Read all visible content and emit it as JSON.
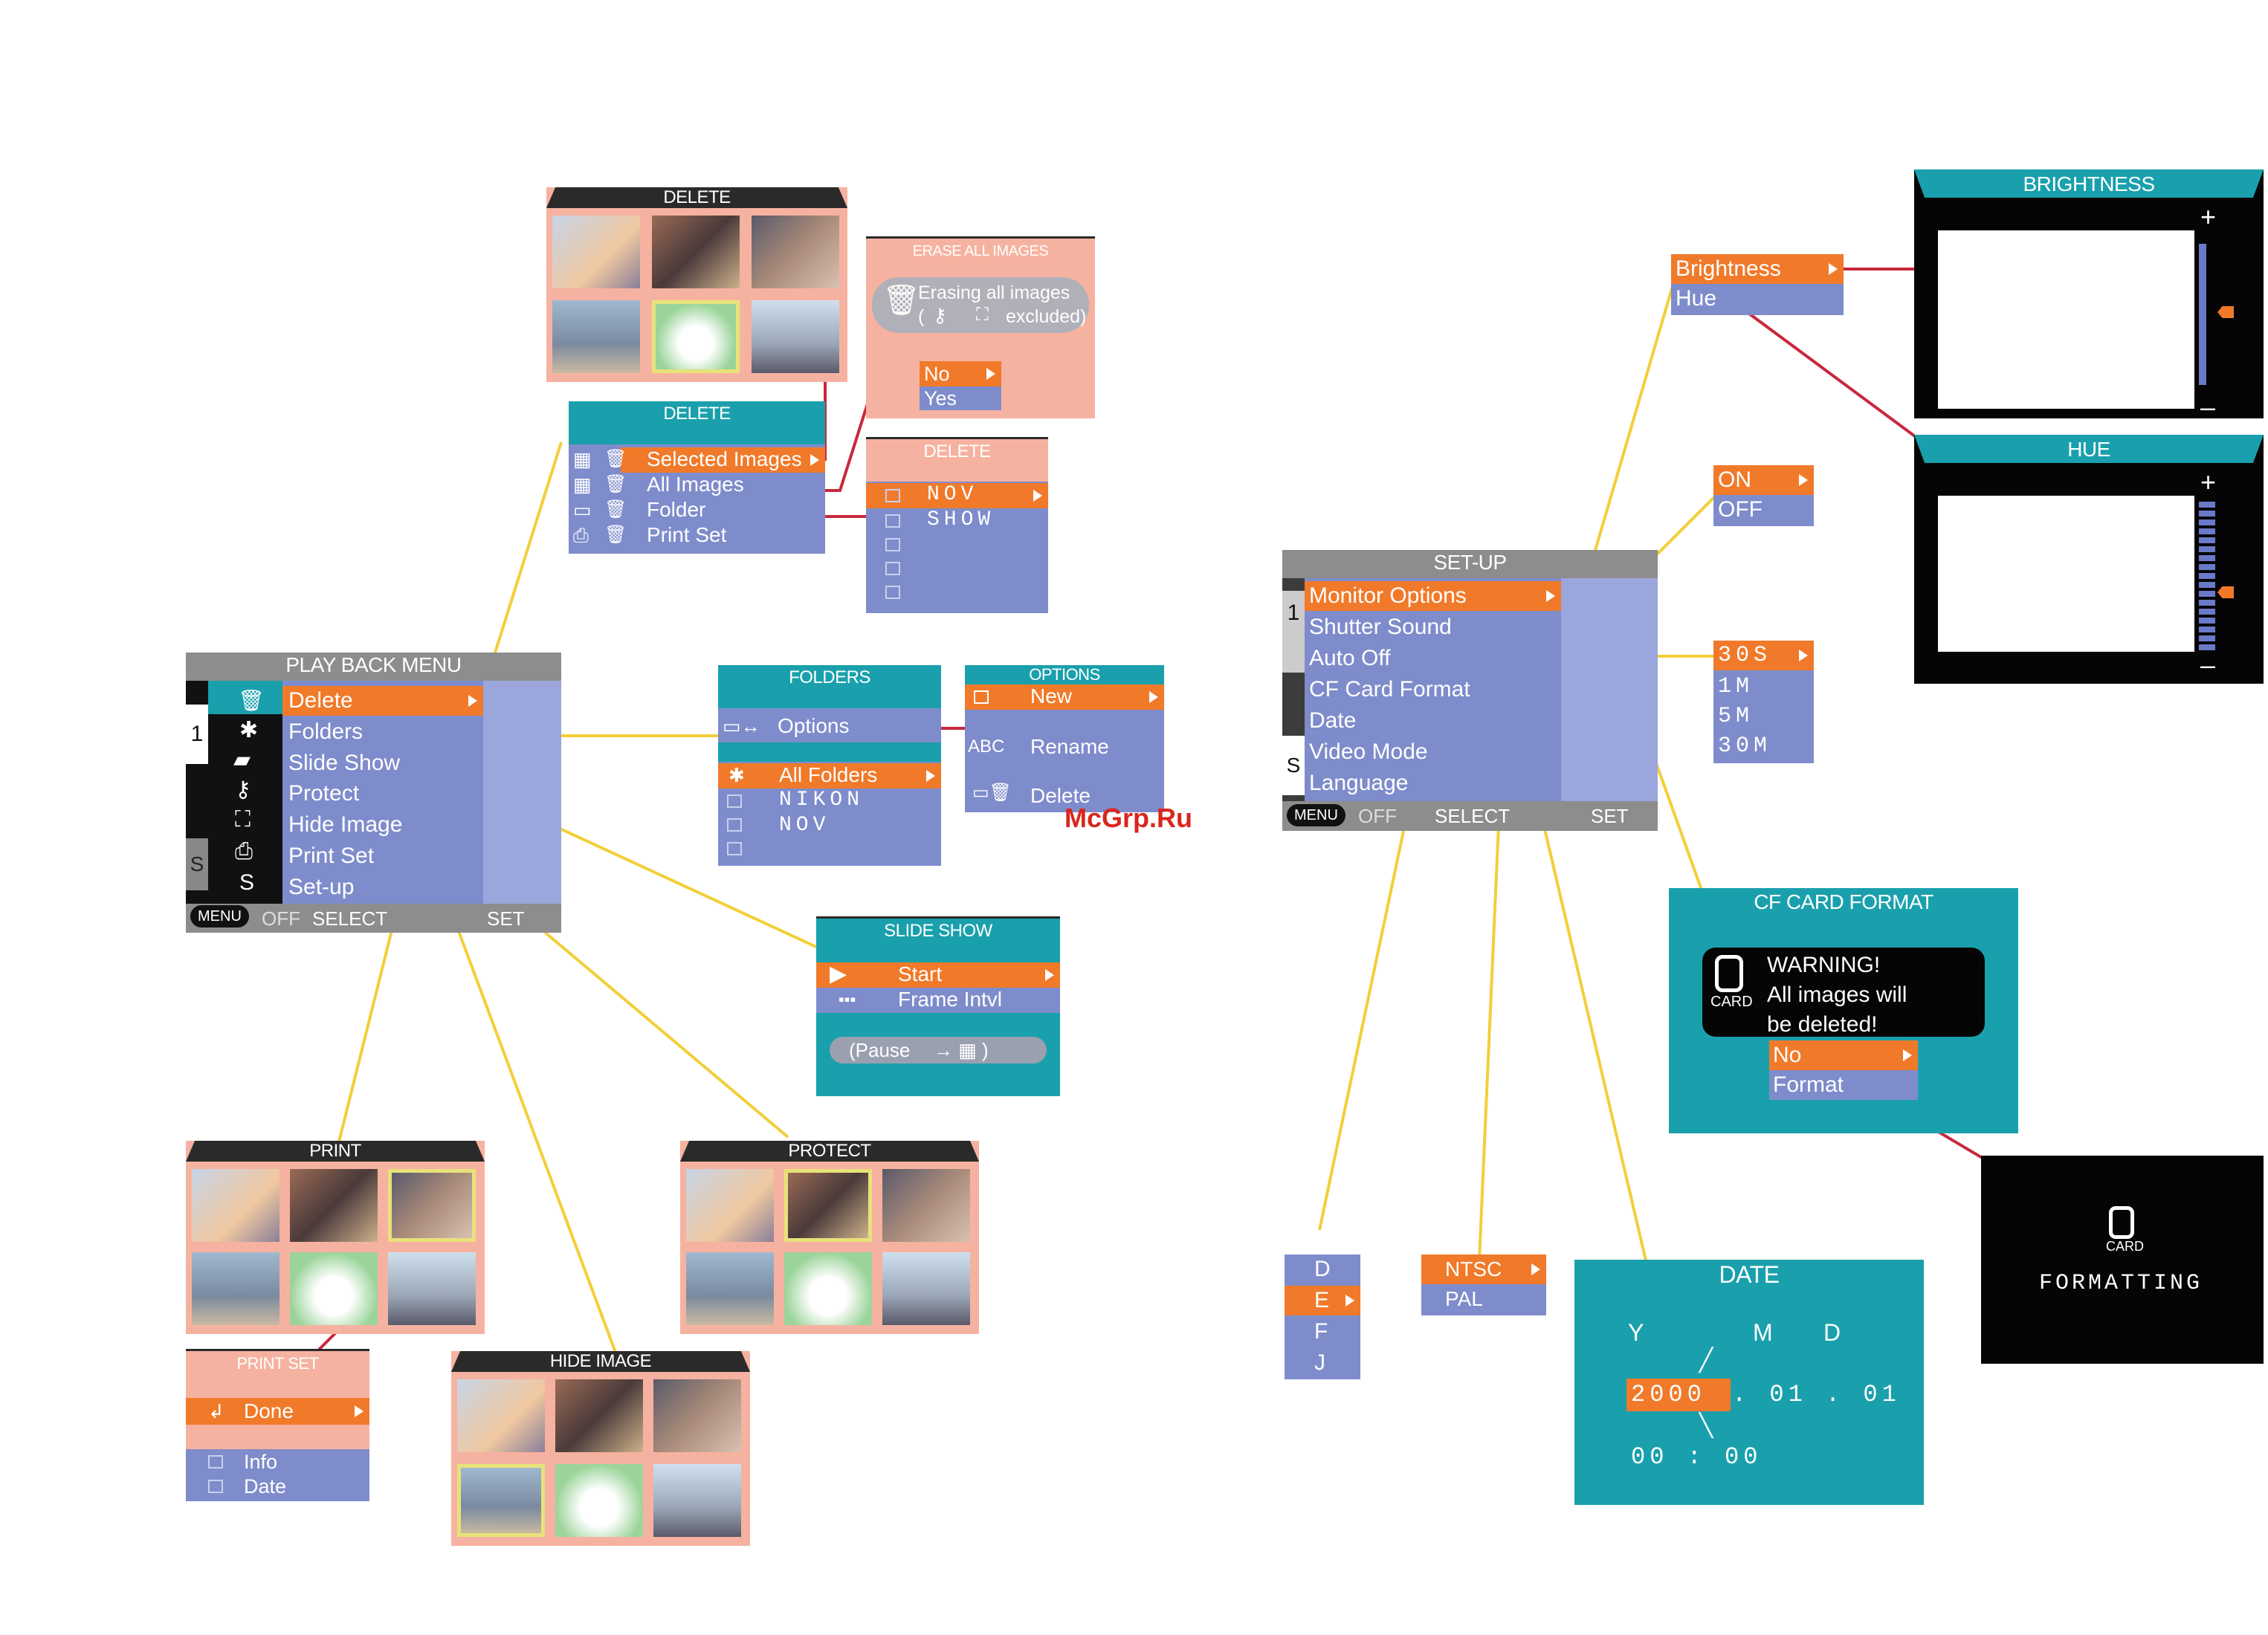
{
  "watermark": "McGrp.Ru",
  "playback": {
    "title": "PLAY BACK MENU",
    "tab1": "1",
    "tabS": "S",
    "items": [
      "Delete",
      "Folders",
      "Slide Show",
      "Protect",
      "Hide Image",
      "Print Set",
      "Set-up"
    ],
    "icon_s": "S",
    "footer": {
      "menu": "MENU",
      "off": "OFF",
      "select": "SELECT",
      "set": "SET"
    }
  },
  "delete_thumbs": {
    "title": "DELETE"
  },
  "erase_all": {
    "title": "ERASE ALL IMAGES",
    "line1": "Erasing all images",
    "line2": "( ",
    "line3": "excluded)",
    "options": [
      "No",
      "Yes"
    ]
  },
  "delete_menu": {
    "title": "DELETE",
    "items": [
      "Selected Images",
      "All Images",
      "Folder",
      "Print Set"
    ]
  },
  "delete_folders": {
    "title": "DELETE",
    "items": [
      "NOV",
      "SHOW"
    ]
  },
  "folders": {
    "title": "FOLDERS",
    "options": "Options",
    "items": [
      "All Folders",
      "NIKON",
      "NOV"
    ]
  },
  "options": {
    "title": "OPTIONS",
    "items": [
      "New",
      "Rename",
      "Delete"
    ],
    "abc": "ABC"
  },
  "slideshow": {
    "title": "SLIDE SHOW",
    "items": [
      "Start",
      "Frame Intvl"
    ],
    "pause": "(Pause"
  },
  "print": {
    "title": "PRINT"
  },
  "protect": {
    "title": "PROTECT"
  },
  "printset": {
    "title": "PRINT SET",
    "items": [
      "Done",
      "Info",
      "Date"
    ]
  },
  "hideimage": {
    "title": "HIDE IMAGE"
  },
  "setup": {
    "title": "SET-UP",
    "tab1": "1",
    "tabS": "S",
    "items": [
      "Monitor Options",
      "Shutter Sound",
      "Auto Off",
      "CF Card Format",
      "Date",
      "Video Mode",
      "Language"
    ],
    "footer": {
      "menu": "MENU",
      "off": "OFF",
      "select": "SELECT",
      "set": "SET"
    }
  },
  "monitor_opts": {
    "items": [
      "Brightness",
      "Hue"
    ]
  },
  "brightness": {
    "title": "BRIGHTNESS",
    "plus": "+",
    "minus": "–"
  },
  "hue": {
    "title": "HUE",
    "plus": "+",
    "minus": "–"
  },
  "shutter": {
    "items": [
      "ON",
      "OFF"
    ]
  },
  "autooff": {
    "items": [
      "30S",
      "1M",
      "5M",
      "30M"
    ]
  },
  "cfformat": {
    "title": "CF CARD FORMAT",
    "card": "CARD",
    "warn1": "WARNING!",
    "warn2": "All images will",
    "warn3": "be deleted!",
    "options": [
      "No",
      "Format"
    ]
  },
  "formatting": {
    "card": "CARD",
    "text": "FORMATTING"
  },
  "language": {
    "items": [
      "D",
      "E",
      "F",
      "J"
    ]
  },
  "videomode": {
    "items": [
      "NTSC",
      "PAL"
    ]
  },
  "date": {
    "title": "DATE",
    "y": "Y",
    "m": "M",
    "d": "D",
    "year": "2000",
    "rest": ". 01 . 01",
    "time": "00 : 00"
  },
  "colors": {
    "salmon": "#f6b2a0",
    "blue": "#7e8ccb",
    "teal": "#1aa0ac",
    "orange": "#f07a2a",
    "yellow_line": "#f2cf3a",
    "red_line": "#c8283c"
  }
}
